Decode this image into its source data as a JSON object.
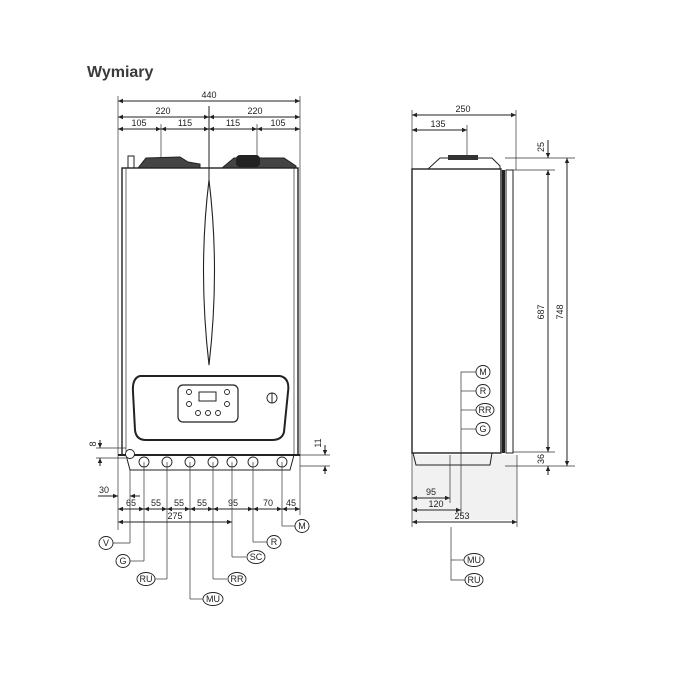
{
  "title": "Wymiary",
  "front_view": {
    "dims_top": {
      "total": "440",
      "half_left": "220",
      "half_right": "220",
      "a": "105",
      "b": "115",
      "c": "115",
      "d": "105"
    },
    "dims_side": {
      "left": "8",
      "right": "11"
    },
    "dims_bottom": {
      "offset": "30",
      "row": [
        "65",
        "55",
        "55",
        "55",
        "95",
        "70",
        "45"
      ],
      "total": "275"
    },
    "connections": [
      "V",
      "G",
      "RU",
      "MU",
      "RR",
      "SC",
      "R",
      "M"
    ]
  },
  "side_view": {
    "dims_top": {
      "depth": "250",
      "flue": "135"
    },
    "dims_right": {
      "top": "25",
      "body": "687",
      "total": "748",
      "bottom": "36"
    },
    "dims_bottom": {
      "a": "95",
      "b": "120",
      "total": "253"
    },
    "connections_upper": [
      "M",
      "R",
      "RR",
      "G"
    ],
    "connections_lower": [
      "MU",
      "RU"
    ]
  }
}
